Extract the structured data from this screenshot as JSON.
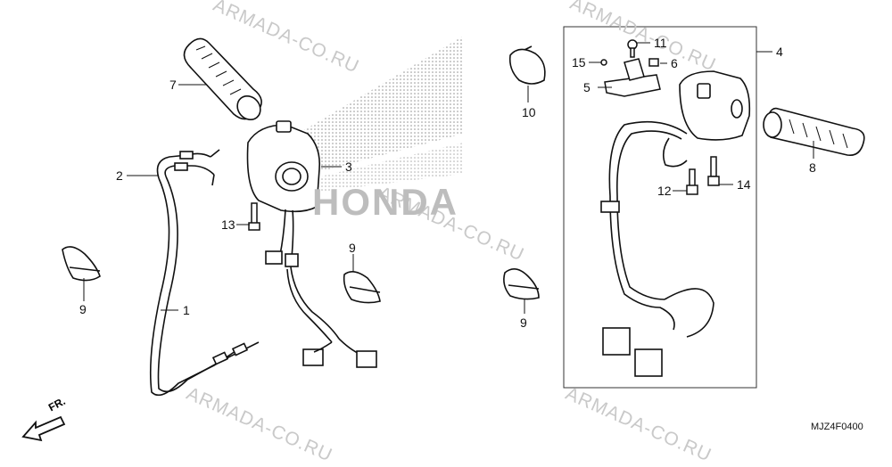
{
  "watermark": {
    "text_1": "ARMADA-CO.RU",
    "text_2": "ARMADA-CO.RU",
    "text_3": "ARMADA-CO.RU",
    "text_4": "ARMADA-CO.RU",
    "text_5": "ARMADA-CO.RU"
  },
  "brand": {
    "logo_text": "HONDA"
  },
  "direction": {
    "label": "FR."
  },
  "diagram_code": "MJZ4F0400",
  "callouts": {
    "c1": "1",
    "c2": "2",
    "c3": "3",
    "c4": "4",
    "c5": "5",
    "c6": "6",
    "c7": "7",
    "c8": "8",
    "c9a": "9",
    "c9b": "9",
    "c9c": "9",
    "c10": "10",
    "c11": "11",
    "c12": "12",
    "c13": "13",
    "c14": "14",
    "c15": "15"
  },
  "colors": {
    "line": "#111111",
    "watermark": "#c9c9c9",
    "logo_dots": "#777777"
  }
}
